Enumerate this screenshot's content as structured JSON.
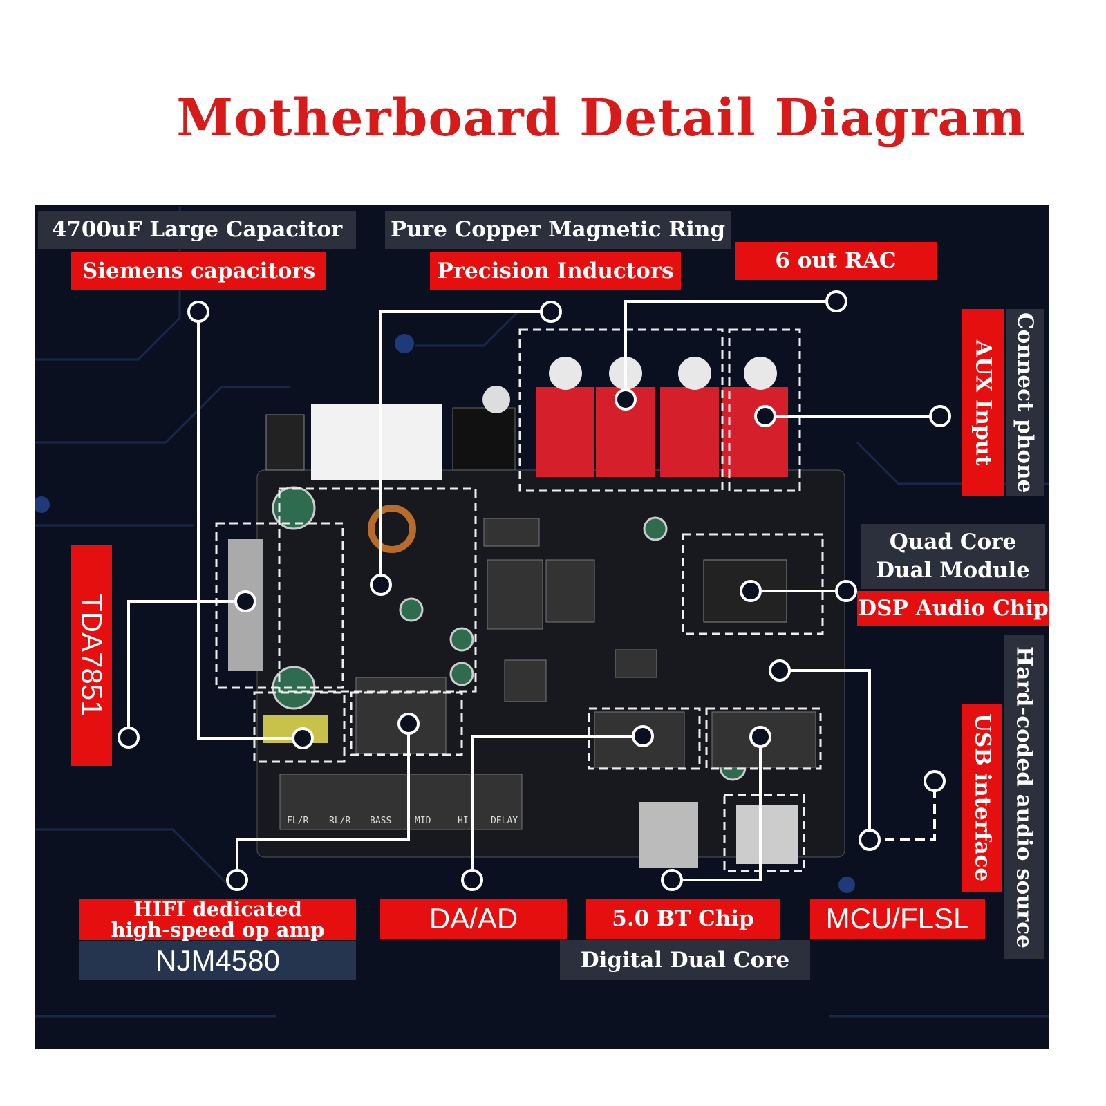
{
  "title": "Motherboard Detail Diagram",
  "labels": {
    "capacitor": "4700uF Large Capacitor",
    "siemens": "Siemens capacitors",
    "copper_ring": "Pure Copper Magnetic Ring",
    "inductors": "Precision Inductors",
    "rac": "6 out RAC",
    "aux": "AUX Input",
    "phone": "Connect phone",
    "quad_core": "Quad Core",
    "dual_module": "Dual Module",
    "dsp": "DSP Audio Chip",
    "tda": "TDA7851",
    "hard_coded": "Hard-coded audio source",
    "usb": "USB interface",
    "hifi_1": "HIFI dedicated",
    "hifi_2": "high-speed op amp",
    "njm": "NJM4580",
    "daad": "DA/AD",
    "bt": "5.0 BT Chip",
    "digital": "Digital Dual Core",
    "mcu": "MCU/FLSL"
  },
  "board_silkscreen": [
    "FL/R",
    "RL/R",
    "BASS",
    "MID",
    "HI",
    "DELAY"
  ],
  "colors": {
    "accent": "#e50f0f",
    "panel": "#0b1020",
    "box": "#2b303c"
  }
}
